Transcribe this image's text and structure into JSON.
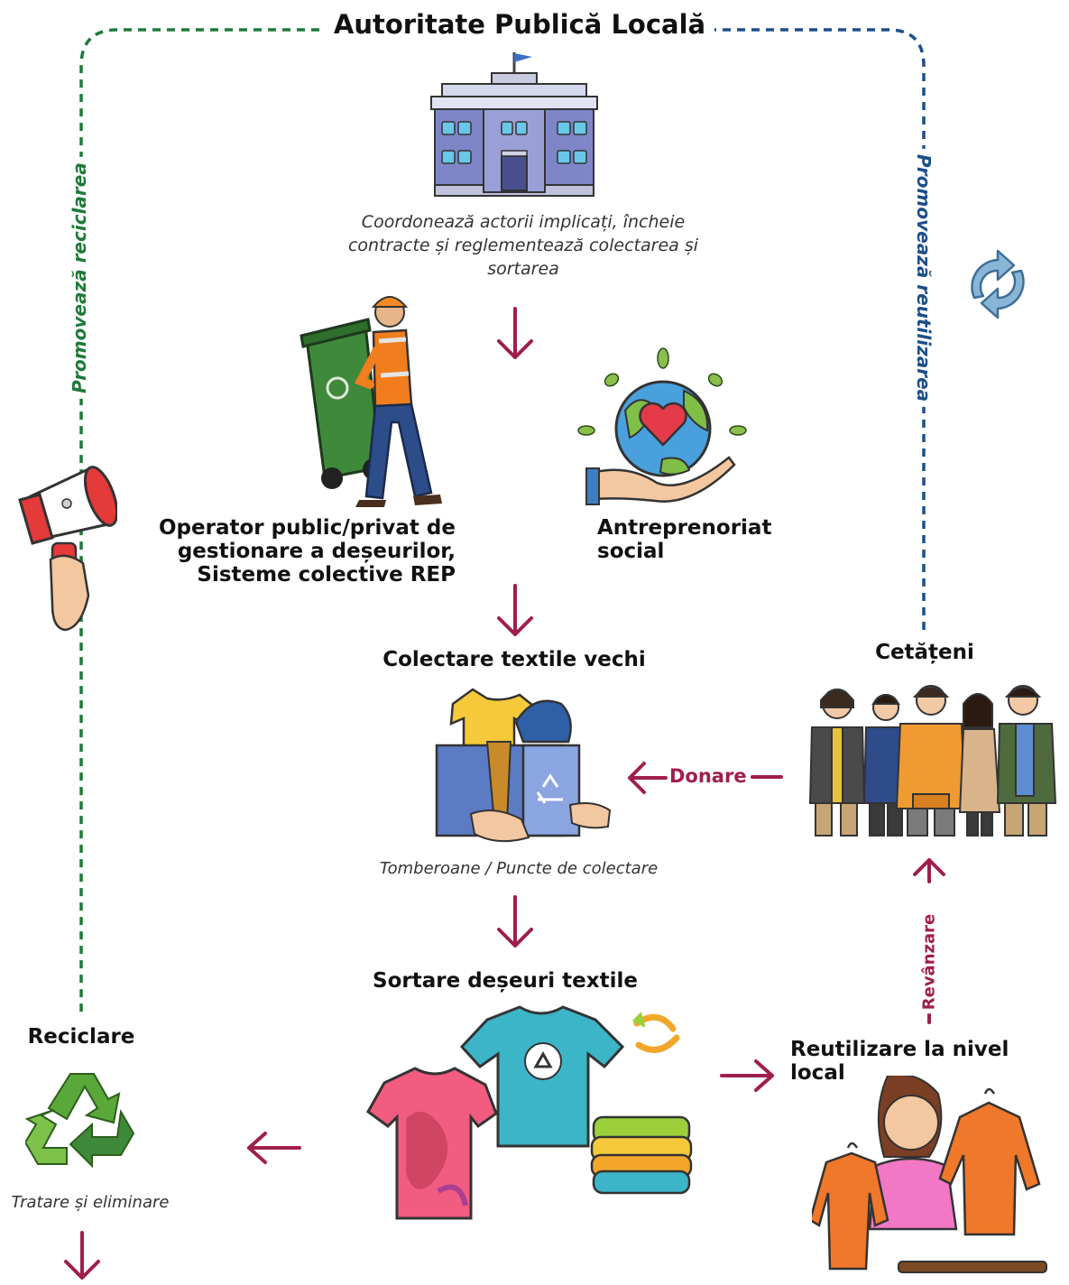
{
  "title": "Autoritate Publică Locală",
  "left_label": "Promovează reciclarea",
  "right_label": "Promovează reutilizarea",
  "authority_description": "Coordonează actorii implicați, încheie contracte și reglementează colectarea și sortarea",
  "operator_label": "Operator public/privat de gestionare a deșeurilor, Sisteme colective REP",
  "social_label": "Antreprenoriat social",
  "collection_title": "Colectare textile vechi",
  "collection_note": "Tomberoane / Puncte de colectare",
  "citizens_title": "Cetățeni",
  "donation_label": "Donare",
  "resale_label": "Revânzare",
  "sorting_title": "Sortare deșeuri textile",
  "reuse_title": "Reutilizare la nivel local",
  "recycling_title": "Reciclare",
  "recycling_note": "Tratare și eliminare",
  "colors": {
    "green_line": "#1f7a3a",
    "blue_line": "#1b4f8a",
    "arrow": "#a01e4e"
  }
}
